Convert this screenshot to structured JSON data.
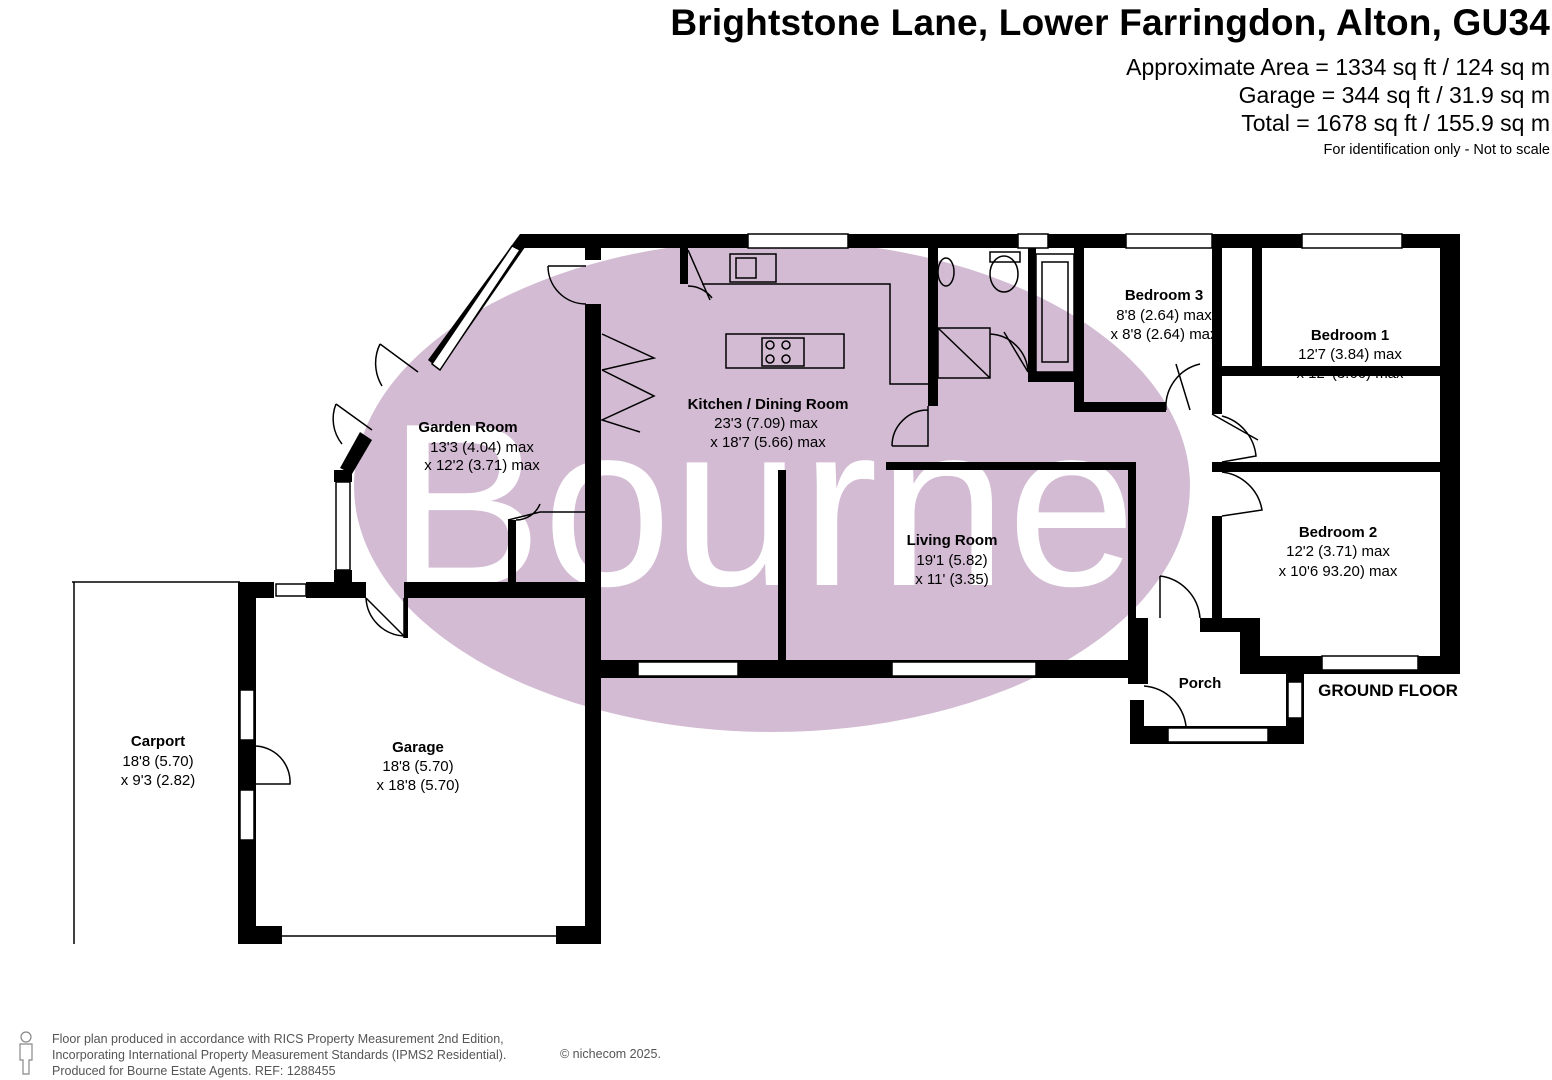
{
  "header": {
    "title": "Brightstone Lane, Lower Farringdon, Alton, GU34",
    "area_line": "Approximate Area = 1334 sq ft / 124 sq m",
    "garage_line": "Garage = 344 sq ft / 31.9 sq m",
    "total_line": "Total = 1678 sq ft / 155.9 sq m",
    "disclaimer": "For identification only - Not to scale"
  },
  "watermark": {
    "text": "Bourne",
    "color": "#d3bcd3"
  },
  "floor_label": "GROUND FLOOR",
  "rooms": [
    {
      "id": "garden-room",
      "name": "Garden Room",
      "dim1": "13'3 (4.04) max",
      "dim2": "x 12'2 (3.71) max"
    },
    {
      "id": "kitchen-dining",
      "name": "Kitchen / Dining Room",
      "dim1": "23'3 (7.09) max",
      "dim2": "x 18'7 (5.66) max"
    },
    {
      "id": "bedroom-3",
      "name": "Bedroom 3",
      "dim1": "8'8 (2.64) max",
      "dim2": "x 8'8 (2.64) max"
    },
    {
      "id": "bedroom-1",
      "name": "Bedroom 1",
      "dim1": "12'7 (3.84) max",
      "dim2": "x 12' (3.66) max"
    },
    {
      "id": "living-room",
      "name": "Living Room",
      "dim1": "19'1 (5.82)",
      "dim2": "x 11' (3.35)"
    },
    {
      "id": "bedroom-2",
      "name": "Bedroom 2",
      "dim1": "12'2 (3.71) max",
      "dim2": "x 10'6 93.20) max"
    },
    {
      "id": "porch",
      "name": "Porch",
      "dim1": "",
      "dim2": ""
    },
    {
      "id": "carport",
      "name": "Carport",
      "dim1": "18'8 (5.70)",
      "dim2": "x 9'3 (2.82)"
    },
    {
      "id": "garage",
      "name": "Garage",
      "dim1": "18'8 (5.70)",
      "dim2": "x 18'8 (5.70)"
    }
  ],
  "footer": {
    "line1": "Floor plan produced in accordance with RICS Property Measurement 2nd Edition,",
    "line2": "Incorporating International Property Measurement Standards (IPMS2 Residential).",
    "line3": "Produced for Bourne Estate Agents.   REF:  1288455",
    "copyright": "© nichecom 2025."
  }
}
